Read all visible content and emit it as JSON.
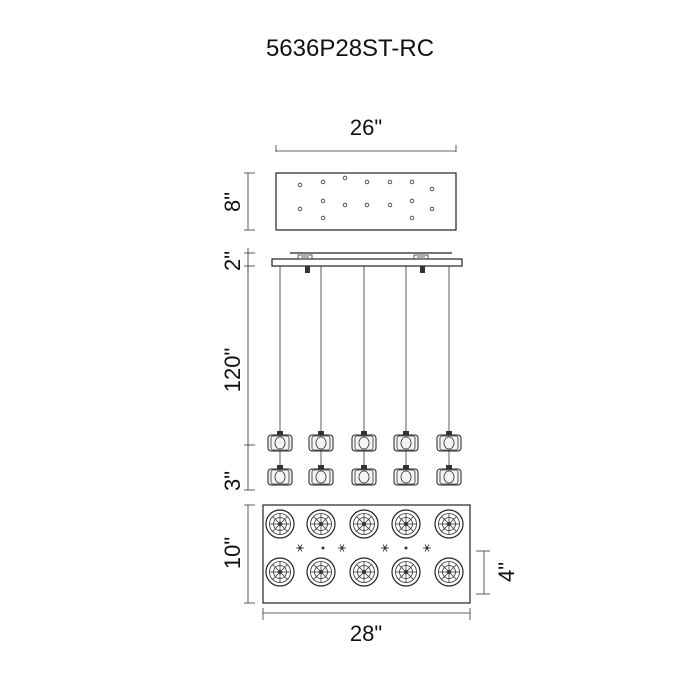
{
  "product": {
    "model": "5636P28ST-RC"
  },
  "dimensions": {
    "canopy_width": "26\"",
    "canopy_depth": "8\"",
    "bar_height": "2\"",
    "cable_length": "120\"",
    "pendant_height": "3\"",
    "base_depth": "10\"",
    "row_spacing": "4\"",
    "overall_width": "28\""
  }
}
